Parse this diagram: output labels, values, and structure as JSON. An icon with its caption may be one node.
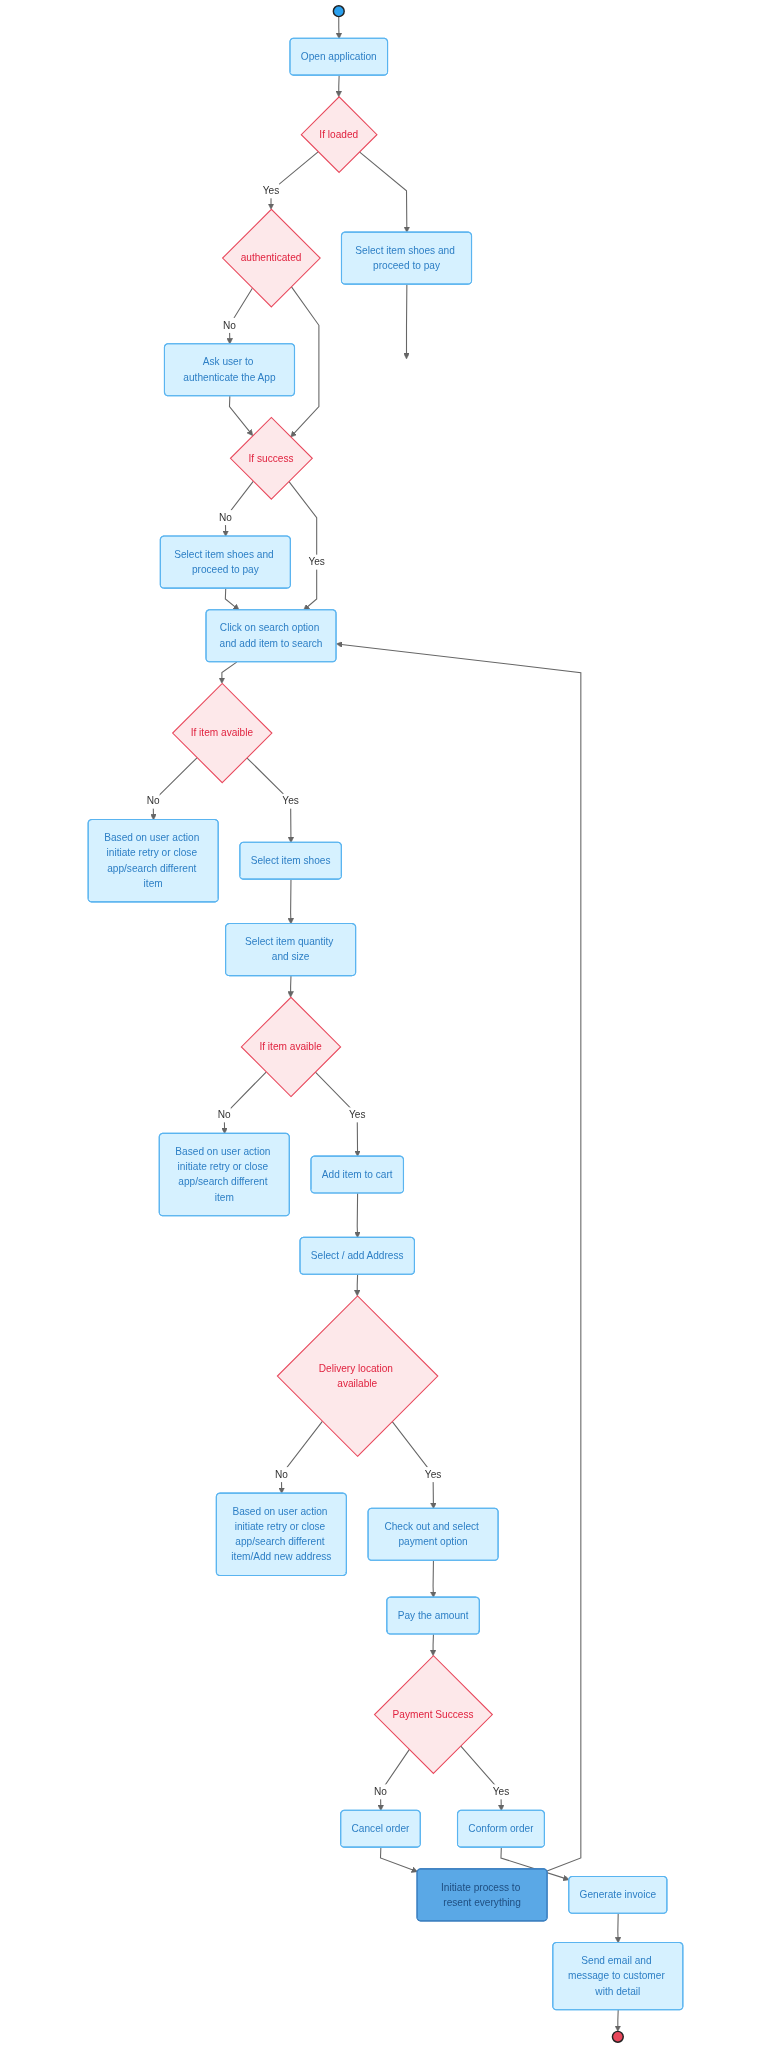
{
  "diagram": {
    "nodes": [
      {
        "text": [],
        "shape": "circle"
      },
      {
        "text": [
          "Open application"
        ]
      },
      {
        "text": [
          "If loaded"
        ]
      },
      {
        "text": [
          "authenticated"
        ]
      },
      {
        "text": [
          "Ask user to authenticate the App"
        ]
      },
      {
        "text": [
          "Select item shoes and proceed to pay"
        ]
      },
      {
        "text": [
          "If success"
        ]
      },
      {
        "text": [
          "Select item shoes and proceed to pay"
        ]
      },
      {
        "text": [
          "Click on search option and add item to search"
        ]
      },
      {
        "text": [
          "If item avaible"
        ]
      },
      {
        "text": [
          "Based on user action initiate retry or close app/search different item"
        ]
      },
      {
        "text": [
          "Select item shoes"
        ]
      },
      {
        "text": [
          "Select item quantity and size"
        ]
      },
      {
        "text": [
          "If item avaible"
        ]
      },
      {
        "text": [
          "Based on user action initiate retry or close app/search different item"
        ]
      },
      {
        "text": [
          "Add item to cart"
        ]
      },
      {
        "text": [
          "Select / add Address"
        ]
      },
      {
        "text": [
          "Delivery location available"
        ]
      },
      {
        "text": [
          "Based on user action initiate retry or close app/search different item/Add new address"
        ]
      },
      {
        "text": [
          "Check out and select payment option"
        ]
      },
      {
        "text": [
          "Pay the amount"
        ]
      },
      {
        "text": [
          "Payment Success"
        ]
      },
      {
        "text": [
          "Cancel order"
        ]
      },
      {
        "text": [
          "Initiate process to resent everything"
        ]
      },
      {
        "text": [
          "Conform order"
        ]
      },
      {
        "text": [
          "Generate invoice"
        ]
      },
      {
        "text": [
          "Send email and message to customer with detail"
        ]
      },
      {
        "text": [],
        "shape": "circle"
      }
    ],
    "edges": [
      {
        "from": 0,
        "to": 1,
        "arrow": "to"
      },
      {
        "from": 1,
        "to": 2,
        "arrow": "to"
      },
      {
        "from": 2,
        "to": 3,
        "label": "Yes",
        "arrow": "to"
      },
      {
        "from": 3,
        "to": 4,
        "label": "No",
        "arrow": "to"
      },
      {
        "from": 3,
        "to": 6,
        "arrow": "to"
      },
      {
        "from": 4,
        "to": 6,
        "arrow": "to"
      },
      {
        "from": 2,
        "to": 5,
        "arrow": "to"
      },
      {
        "from": 5,
        "to": null,
        "arrow": "to"
      },
      {
        "from": 6,
        "to": 7,
        "label": "No",
        "arrow": "to"
      },
      {
        "from": 6,
        "to": 8,
        "label": "Yes",
        "arrow": "to"
      },
      {
        "from": 7,
        "to": 8,
        "arrow": "to"
      },
      {
        "from": 8,
        "to": 9,
        "arrow": "to"
      },
      {
        "from": 9,
        "to": 10,
        "label": "No",
        "arrow": "to"
      },
      {
        "from": 9,
        "to": 11,
        "label": "Yes",
        "arrow": "to"
      },
      {
        "from": 11,
        "to": 12,
        "arrow": "to"
      },
      {
        "from": 12,
        "to": 13,
        "arrow": "to"
      },
      {
        "from": 13,
        "to": 14,
        "label": "No",
        "arrow": "to"
      },
      {
        "from": 13,
        "to": 15,
        "label": "Yes",
        "arrow": "to"
      },
      {
        "from": 15,
        "to": 16,
        "arrow": "to"
      },
      {
        "from": 16,
        "to": 17,
        "arrow": "to"
      },
      {
        "from": 17,
        "to": 18,
        "label": "No",
        "arrow": "to"
      },
      {
        "from": 17,
        "to": 19,
        "label": "Yes",
        "arrow": "to"
      },
      {
        "from": 19,
        "to": 20,
        "arrow": "to"
      },
      {
        "from": 20,
        "to": 21,
        "arrow": "to"
      },
      {
        "from": 21,
        "to": 22,
        "label": "No",
        "arrow": "to"
      },
      {
        "from": 22,
        "to": 23,
        "arrow": "to"
      },
      {
        "from": 23,
        "to": 8,
        "arrow": "to"
      },
      {
        "from": 21,
        "to": 24,
        "label": "Yes",
        "arrow": "to"
      },
      {
        "from": 24,
        "to": 25,
        "arrow": "to"
      },
      {
        "from": 25,
        "to": 26,
        "arrow": "to"
      },
      {
        "from": 26,
        "to": 27,
        "arrow": "to"
      }
    ]
  }
}
